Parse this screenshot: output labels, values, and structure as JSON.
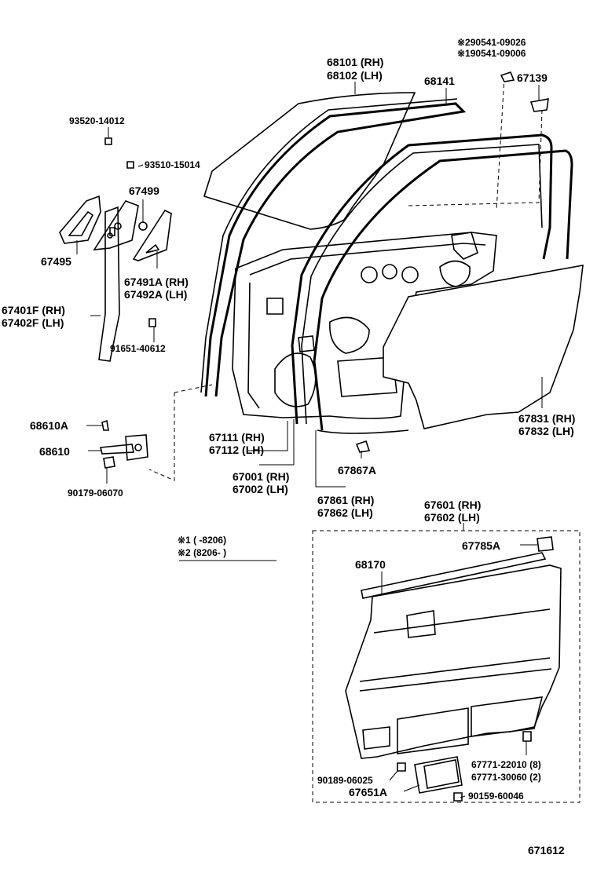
{
  "labels": {
    "p290541": "※290541-09026",
    "p190541": "※190541-09006",
    "p68101": "68101 (RH)",
    "p68102": "68102 (LH)",
    "p68141": "68141",
    "p67139": "67139",
    "p93520": "93520-14012",
    "p93510": "93510-15014",
    "p67499": "67499",
    "p67495": "67495",
    "p67491a": "67491A (RH)",
    "p67492a": "67492A (LH)",
    "p67401f": "67401F (RH)",
    "p67402f": "67402F (LH)",
    "p91651": "91651-40612",
    "p68610a": "68610A",
    "p68610": "68610",
    "p90179": "90179-06070",
    "p67111": "67111 (RH)",
    "p67112": "67112 (LH)",
    "p67001": "67001 (RH)",
    "p67002": "67002 (LH)",
    "p67867a": "67867A",
    "p67861": "67861 (RH)",
    "p67862": "67862 (LH)",
    "p67831": "67831 (RH)",
    "p67832": "67832 (LH)",
    "p67601": "67601 (RH)",
    "p67602": "67602 (LH)",
    "p67785a": "67785A",
    "p68170": "68170",
    "p67771a": "67771-22010 (8)",
    "p67771b": "67771-30060 (2)",
    "p90189": "90189-06025",
    "p67651a": "67651A",
    "p90159": "90159-60046",
    "note1": "※1 (      -8206)",
    "note2": "※2 (8206-      )",
    "diagram_no": "671612"
  }
}
